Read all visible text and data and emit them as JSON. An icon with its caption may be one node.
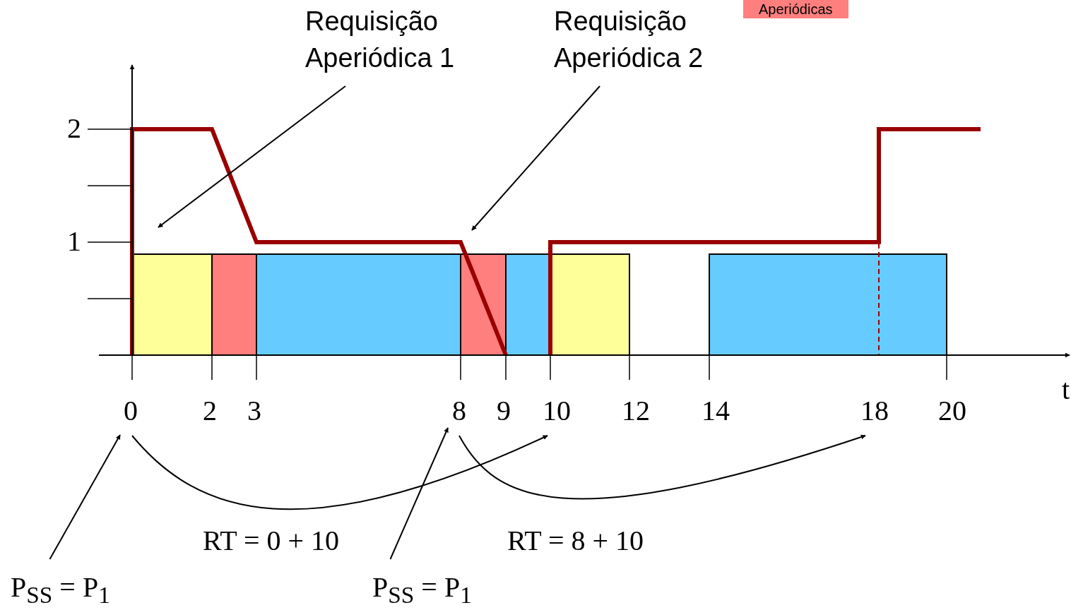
{
  "diagram": {
    "nodes": [
      {
        "text": [
          "Requisição Aperiódica 1"
        ]
      },
      {
        "text": [
          "Requisição Aperiódica 2"
        ]
      },
      {
        "text": [
          "P$_{SS}$ = P$_{1}$"
        ]
      },
      {
        "text": [
          "P$_{SS}$ = P$_{1}$"
        ]
      },
      {
        "text": [
          "0"
        ]
      },
      {
        "text": [
          "8"
        ]
      },
      {
        "text": [
          "10"
        ]
      },
      {
        "text": [
          "18"
        ]
      }
    ],
    "edges": [
      {
        "from": 0,
        "to": null,
        "arrow": "to"
      },
      {
        "from": 1,
        "to": null,
        "arrow": "to"
      },
      {
        "from": 2,
        "to": 4,
        "arrow": "to"
      },
      {
        "from": 3,
        "to": 5,
        "arrow": "to"
      },
      {
        "from": 4,
        "to": 6,
        "arrow": "to",
        "label": "RT = 0 + 10"
      },
      {
        "from": 5,
        "to": 7,
        "arrow": "to",
        "label": "RT = 8 + 10"
      }
    ],
    "labels": [
      "2",
      "1",
      "2",
      "3",
      "9",
      "12",
      "14",
      "20",
      "t"
    ],
    "legend": [
      {
        "text": "Aperiódicas",
        "color": "#ff7f7f"
      }
    ]
  }
}
